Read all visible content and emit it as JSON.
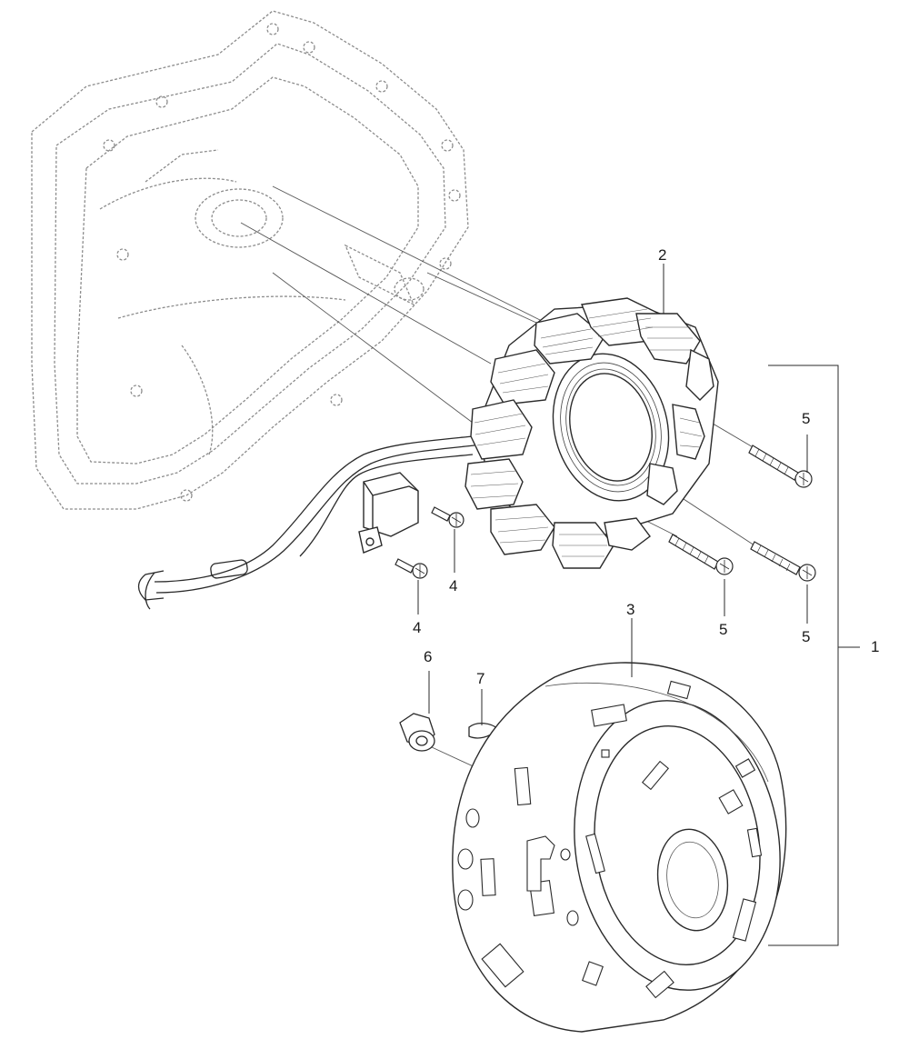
{
  "colors": {
    "ink": "#2a2a2a",
    "ghost": "#9a9a9a",
    "background": "#ffffff"
  },
  "callouts": {
    "assembly": "1",
    "stator": "2",
    "rotor": "3",
    "pickup_screw_a": "4",
    "pickup_screw_b": "4",
    "stator_screw_a": "5",
    "stator_screw_b": "5",
    "stator_screw_c": "5",
    "nut": "6",
    "key": "7"
  }
}
